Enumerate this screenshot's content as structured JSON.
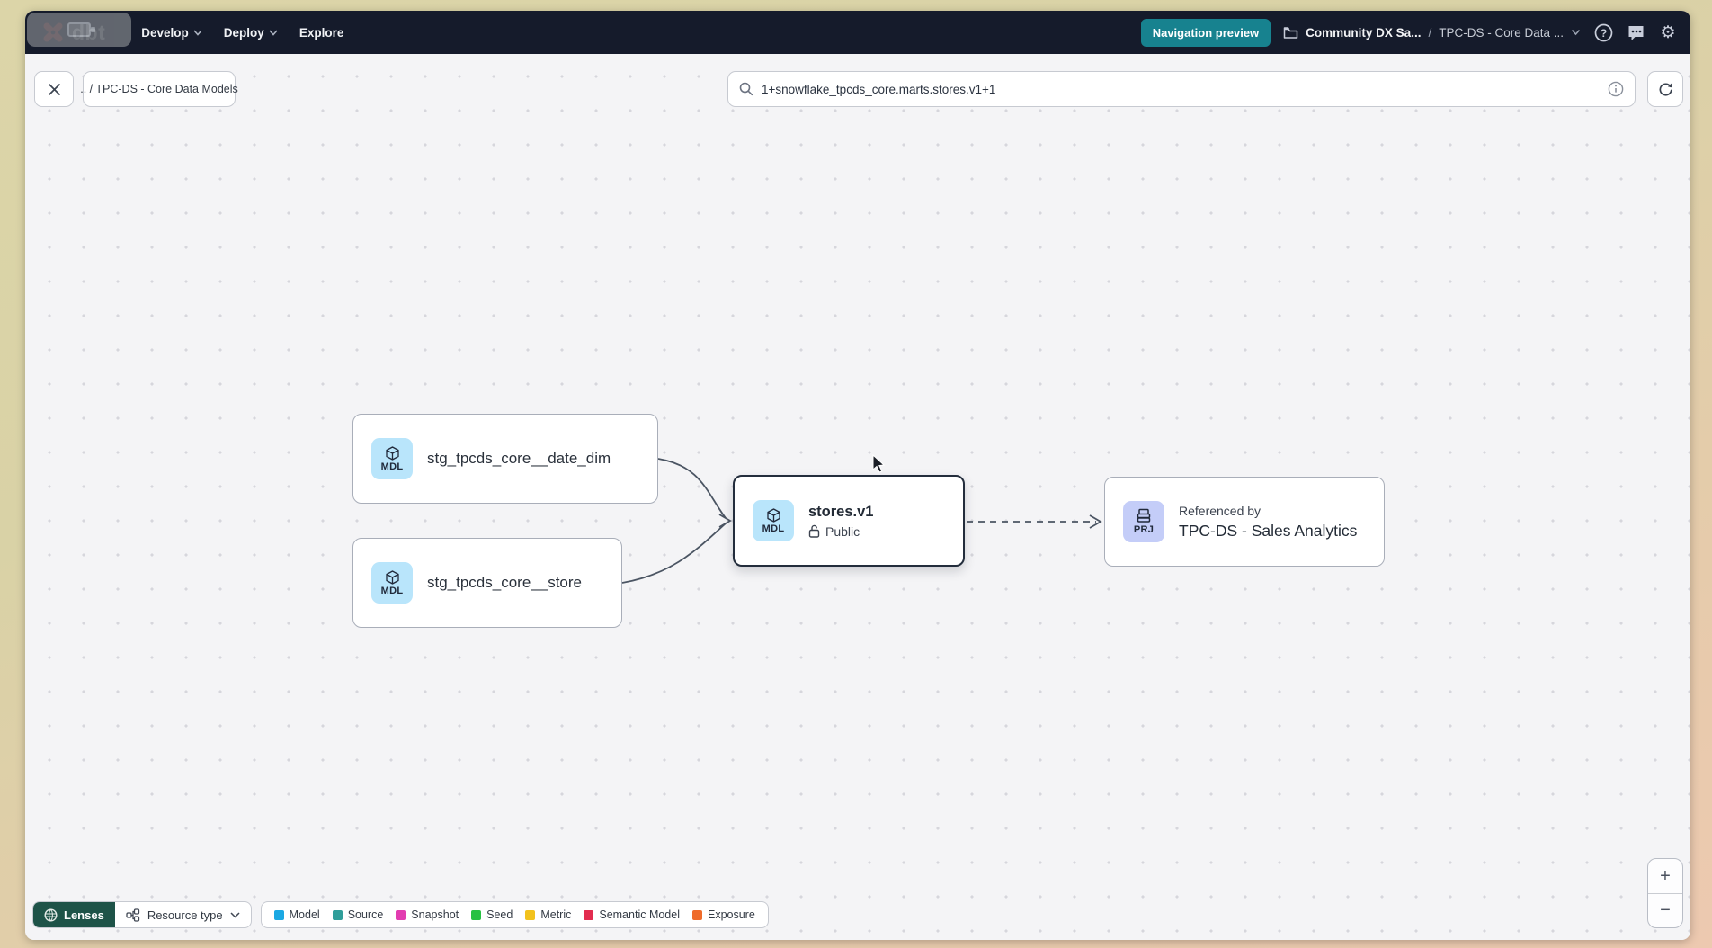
{
  "navbar": {
    "brand": "dbt",
    "menus": [
      {
        "label": "Develop",
        "has_chevron": true
      },
      {
        "label": "Deploy",
        "has_chevron": true
      },
      {
        "label": "Explore",
        "has_chevron": false
      }
    ],
    "preview_badge": "Navigation preview",
    "breadcrumb": {
      "account": "Community DX Sa...",
      "separator": "/",
      "project": "TPC-DS - Core Data ..."
    },
    "gear_glyph": "⚙"
  },
  "toolbar": {
    "breadcrumb_chip": ".. / TPC-DS - Core Data Models",
    "search_value": "1+snowflake_tpcds_core.marts.stores.v1+1"
  },
  "graph": {
    "nodes": [
      {
        "badge": "MDL",
        "label": "stg_tpcds_core__date_dim"
      },
      {
        "badge": "MDL",
        "label": "stg_tpcds_core__store"
      },
      {
        "badge": "MDL",
        "title": "stores.v1",
        "access": "Public"
      },
      {
        "badge": "PRJ",
        "kicker": "Referenced by",
        "title": "TPC-DS - Sales Analytics"
      }
    ]
  },
  "lenses": {
    "button": "Lenses",
    "resource_type": "Resource type",
    "legend": [
      {
        "label": "Model",
        "color": "#1ba8e3"
      },
      {
        "label": "Source",
        "color": "#2f9e9a"
      },
      {
        "label": "Snapshot",
        "color": "#e23cb0"
      },
      {
        "label": "Seed",
        "color": "#27c142"
      },
      {
        "label": "Metric",
        "color": "#f2c21d"
      },
      {
        "label": "Semantic Model",
        "color": "#e22c4f"
      },
      {
        "label": "Exposure",
        "color": "#ef6b2a"
      }
    ]
  },
  "zoom_controls": {
    "zoom_in": "+",
    "zoom_out": "−"
  }
}
